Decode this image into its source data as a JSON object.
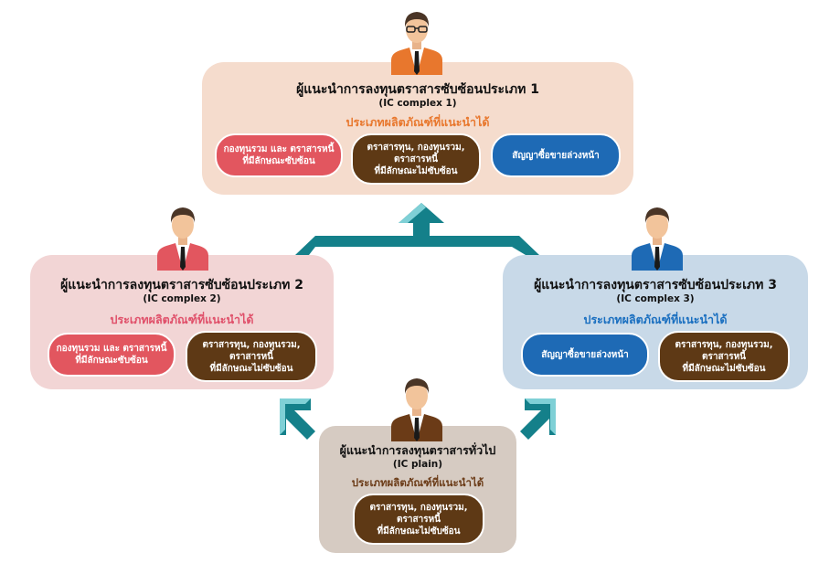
{
  "top": {
    "title": "ผู้แนะนำการลงทุนตราสารซับซ้อนประเภท 1",
    "subtitle": "(IC complex 1)",
    "category": "ประเภทผลิตภัณฑ์ที่แนะนำได้",
    "pills": [
      {
        "lines": [
          "กองทุนรวม และ ตราสารหนี้",
          "ที่มีลักษณะซับซ้อน"
        ]
      },
      {
        "lines": [
          "ตราสารทุน, กองทุนรวม,",
          "ตราสารหนี้",
          "ที่มีลักษณะไม่ซับซ้อน"
        ]
      },
      {
        "lines": [
          "สัญญาซื้อขายล่วงหน้า"
        ]
      }
    ],
    "color": "#f5dccd"
  },
  "left": {
    "title": "ผู้แนะนำการลงทุนตราสารซับซ้อนประเภท 2",
    "subtitle": "(IC complex 2)",
    "category": "ประเภทผลิตภัณฑ์ที่แนะนำได้",
    "pills": [
      {
        "lines": [
          "กองทุนรวม และ ตราสารหนี้",
          "ที่มีลักษณะซับซ้อน"
        ]
      },
      {
        "lines": [
          "ตราสารทุน, กองทุนรวม,",
          "ตราสารหนี้",
          "ที่มีลักษณะไม่ซับซ้อน"
        ]
      }
    ],
    "color": "#f2d5d5"
  },
  "right": {
    "title": "ผู้แนะนำการลงทุนตราสารซับซ้อนประเภท 3",
    "subtitle": "(IC complex 3)",
    "category": "ประเภทผลิตภัณฑ์ที่แนะนำได้",
    "pills": [
      {
        "lines": [
          "สัญญาซื้อขายล่วงหน้า"
        ]
      },
      {
        "lines": [
          "ตราสารทุน, กองทุนรวม,",
          "ตราสารหนี้",
          "ที่มีลักษณะไม่ซับซ้อน"
        ]
      }
    ],
    "color": "#c8d9e8"
  },
  "bottom": {
    "title": "ผู้แนะนำการลงทุนตราสารทั่วไป",
    "subtitle": "(IC plain)",
    "category": "ประเภทผลิตภัณฑ์ที่แนะนำได้",
    "pills": [
      {
        "lines": [
          "ตราสารทุน, กองทุนรวม,",
          "ตราสารหนี้",
          "ที่มีลักษณะไม่ซับซ้อน"
        ]
      }
    ],
    "color": "#d6cbc2"
  },
  "icons": {
    "top_person": "person-glasses-orange-suit-icon",
    "left_person": "person-red-suit-icon",
    "right_person": "person-blue-suit-icon",
    "bottom_person": "person-brown-suit-icon",
    "arrows": "teal-arrow-icon"
  },
  "colors": {
    "arrow": "#14808a",
    "arrow_light": "#7fd0d6",
    "orange": "#e8772d",
    "red": "#e2565f",
    "brown": "#5e3915",
    "blue": "#1e6ab5"
  }
}
